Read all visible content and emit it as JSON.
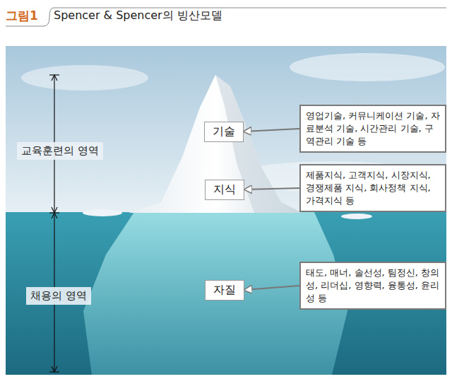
{
  "diagram": {
    "title": "Spencer & Spencer의 빙산모델",
    "nodes": [
      {
        "text": [
          "기술"
        ]
      },
      {
        "text": [
          "영업기술, 커뮤니케이션 기술, 자료분석 기술, 시간관리 기술, 구역관리 기술 등"
        ]
      },
      {
        "text": [
          "지식"
        ]
      },
      {
        "text": [
          "제품지식, 고객지식, 시장지식, 경쟁제품 지식, 회사정책 지식, 가격지식 등"
        ]
      },
      {
        "text": [
          "자질"
        ]
      },
      {
        "text": [
          "태도, 매너, 솔선성, 팀정신, 창의성, 리더십, 영향력, 융통성, 윤리성 등"
        ]
      },
      {
        "text": [
          "교육훈련의 영역"
        ]
      },
      {
        "text": [
          "채용의 영역"
        ]
      }
    ],
    "edges": [
      {
        "from": 1,
        "to": 0,
        "arrow": "to"
      },
      {
        "from": 3,
        "to": 2,
        "arrow": "to"
      },
      {
        "from": 5,
        "to": 4,
        "arrow": "to"
      }
    ],
    "labels": [
      "그림1"
    ]
  }
}
